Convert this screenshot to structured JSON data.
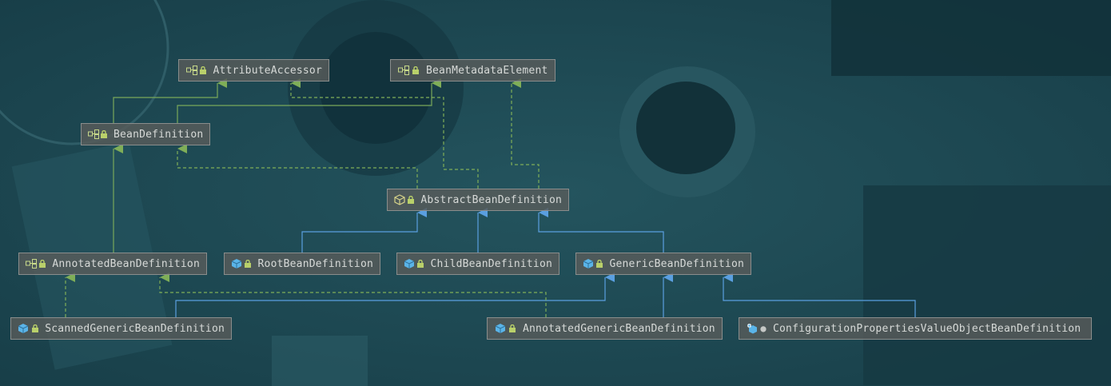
{
  "diagram": {
    "nodes": [
      {
        "id": "attribute-accessor",
        "label": "AttributeAccessor",
        "kind": "interface"
      },
      {
        "id": "bean-metadata-element",
        "label": "BeanMetadataElement",
        "kind": "interface"
      },
      {
        "id": "bean-definition",
        "label": "BeanDefinition",
        "kind": "interface"
      },
      {
        "id": "abstract-bean-definition",
        "label": "AbstractBeanDefinition",
        "kind": "abstract"
      },
      {
        "id": "annotated-bean-definition",
        "label": "AnnotatedBeanDefinition",
        "kind": "interface"
      },
      {
        "id": "root-bean-definition",
        "label": "RootBeanDefinition",
        "kind": "class"
      },
      {
        "id": "child-bean-definition",
        "label": "ChildBeanDefinition",
        "kind": "class"
      },
      {
        "id": "generic-bean-definition",
        "label": "GenericBeanDefinition",
        "kind": "class"
      },
      {
        "id": "scanned-generic-bean-definition",
        "label": "ScannedGenericBeanDefinition",
        "kind": "class"
      },
      {
        "id": "annotated-generic-bean-definition",
        "label": "AnnotatedGenericBeanDefinition",
        "kind": "class"
      },
      {
        "id": "configuration-properties-value-object-bean-definition",
        "label": "ConfigurationPropertiesValueObjectBeanDefinition",
        "kind": "class-package"
      }
    ],
    "edges": [
      {
        "from": "bean-definition",
        "to": "attribute-accessor",
        "type": "extends"
      },
      {
        "from": "bean-definition",
        "to": "bean-metadata-element",
        "type": "extends"
      },
      {
        "from": "abstract-bean-definition",
        "to": "bean-definition",
        "type": "implements"
      },
      {
        "from": "abstract-bean-definition",
        "to": "attribute-accessor",
        "type": "implements"
      },
      {
        "from": "abstract-bean-definition",
        "to": "bean-metadata-element",
        "type": "implements"
      },
      {
        "from": "annotated-bean-definition",
        "to": "bean-definition",
        "type": "extends"
      },
      {
        "from": "root-bean-definition",
        "to": "abstract-bean-definition",
        "type": "extends"
      },
      {
        "from": "child-bean-definition",
        "to": "abstract-bean-definition",
        "type": "extends"
      },
      {
        "from": "generic-bean-definition",
        "to": "abstract-bean-definition",
        "type": "extends"
      },
      {
        "from": "scanned-generic-bean-definition",
        "to": "annotated-bean-definition",
        "type": "implements"
      },
      {
        "from": "scanned-generic-bean-definition",
        "to": "generic-bean-definition",
        "type": "extends"
      },
      {
        "from": "annotated-generic-bean-definition",
        "to": "annotated-bean-definition",
        "type": "implements"
      },
      {
        "from": "annotated-generic-bean-definition",
        "to": "generic-bean-definition",
        "type": "extends"
      },
      {
        "from": "configuration-properties-value-object-bean-definition",
        "to": "generic-bean-definition",
        "type": "extends"
      }
    ],
    "colors": {
      "extends_interface": "#79a85a",
      "implements": "#7fae58",
      "extends_class": "#5a9fe0",
      "interface_icon": "#c7d98a",
      "class_icon": "#5ab4e8",
      "lock": "#b9d06a"
    }
  }
}
